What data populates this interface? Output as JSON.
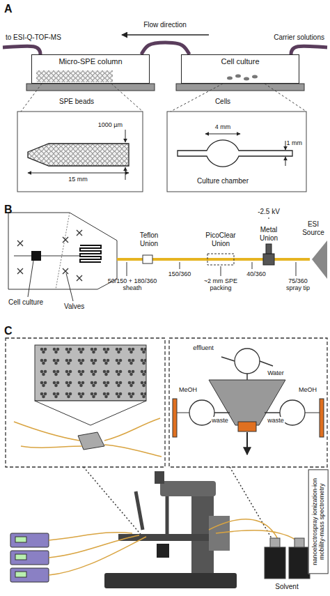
{
  "diagram": {
    "nodes": [
      {
        "text": [
          "Micro-SPE column"
        ]
      },
      {
        "text": [
          "Cell culture"
        ]
      },
      {
        "text": [
          "nanoelectrospray ionization-ion mobility-mass spectrometry"
        ]
      }
    ],
    "edges": [
      {
        "from": 1,
        "to": 0,
        "arrow": "none"
      }
    ],
    "labels": [
      "A",
      "to ESI-Q-TOF-MS",
      "Flow direction",
      "Carrier solutions",
      "SPE beads",
      "Cells",
      "1000 µm",
      "15 mm",
      "4 mm",
      "1 mm",
      "Culture chamber",
      "B",
      "Cell culture",
      "Valves",
      "Teflon Union",
      "PicoClear Union",
      "Metal Union",
      "-2.5 kV",
      "ESI Source",
      "50/150 + 180/360 sheath",
      "150/360",
      "~2 mm SPE packing",
      "40/360",
      "75/360 spray tip",
      "C",
      "effluent",
      "Water",
      "MeOH",
      "MeOH",
      "waste",
      "waste",
      "Solvent"
    ]
  }
}
